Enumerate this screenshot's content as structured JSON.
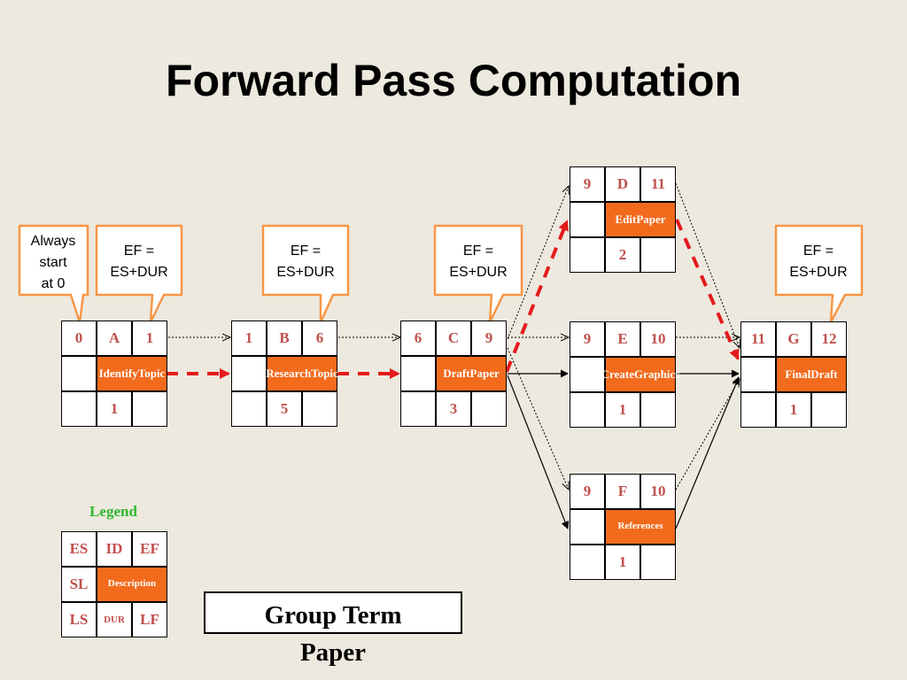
{
  "title": "Forward Pass Computation",
  "callouts": {
    "start": [
      "Always",
      "start",
      "at 0"
    ],
    "ef_line1": "EF =",
    "ef_line2": "ES+DUR"
  },
  "nodes": [
    {
      "id": "A",
      "es": "0",
      "ef": "1",
      "desc": [
        "Identify",
        "Topic"
      ],
      "dur": "1"
    },
    {
      "id": "B",
      "es": "1",
      "ef": "6",
      "desc": [
        "Research",
        "Topic"
      ],
      "dur": "5"
    },
    {
      "id": "C",
      "es": "6",
      "ef": "9",
      "desc": [
        "Draft",
        "Paper"
      ],
      "dur": "3"
    },
    {
      "id": "D",
      "es": "9",
      "ef": "11",
      "desc": [
        "Edit",
        "Paper"
      ],
      "dur": "2"
    },
    {
      "id": "E",
      "es": "9",
      "ef": "10",
      "desc": [
        "Create",
        "Graphics"
      ],
      "dur": "1"
    },
    {
      "id": "F",
      "es": "9",
      "ef": "10",
      "desc": [
        "References"
      ],
      "dur": "1"
    },
    {
      "id": "G",
      "es": "11",
      "ef": "12",
      "desc": [
        "Final",
        "Draft"
      ],
      "dur": "1"
    }
  ],
  "legend": {
    "title": "Legend",
    "es": "ES",
    "id": "ID",
    "ef": "EF",
    "sl": "SL",
    "description": "Description",
    "ls": "LS",
    "dur": "DUR",
    "lf": "LF"
  },
  "footer": {
    "line1": "Group Term",
    "line2": "Paper"
  },
  "colors": {
    "background": "#ede9df",
    "callout_border": "#f79646",
    "critical_path": "#e41a1c",
    "description_fill": "#f26b1d",
    "cell_text": "#c0504d",
    "legend_title": "#2eb82e"
  }
}
